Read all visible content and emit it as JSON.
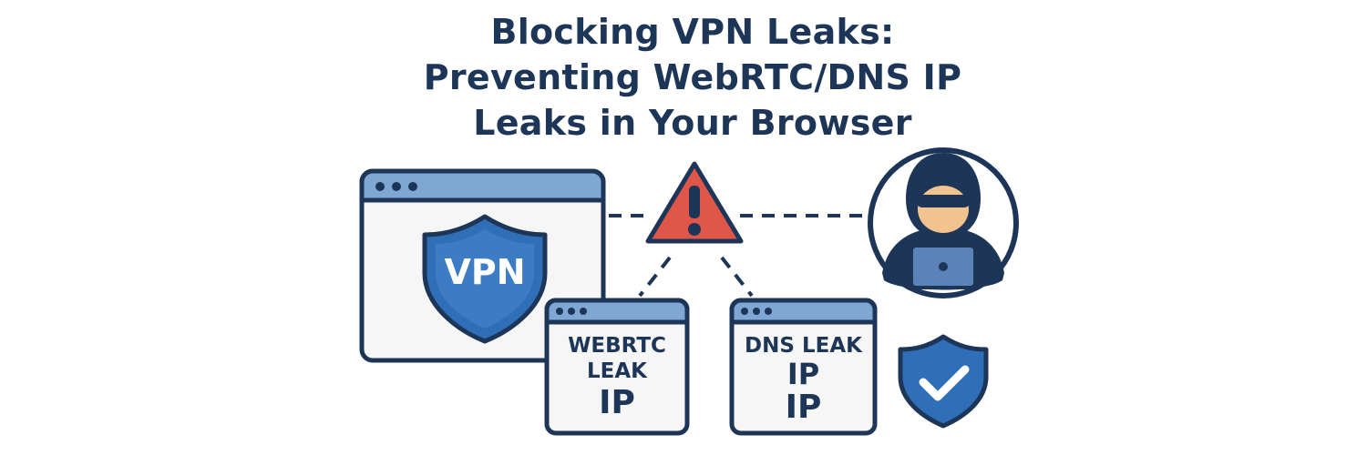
{
  "title": {
    "line1": "Blocking VPN Leaks:",
    "line2": "Preventing WebRTC/DNS IP",
    "line3": "Leaks in Your Browser"
  },
  "vpn_window": {
    "shield_label": "VPN"
  },
  "webrtc_box": {
    "line1": "WEBRTC",
    "line2": "LEAK",
    "line3": "IP"
  },
  "dns_box": {
    "line1": "DNS LEAK",
    "line2": "IP",
    "line3": "IP"
  },
  "icons": {
    "warning": "warning-triangle-icon",
    "hacker": "hacker-icon",
    "protected": "check-shield-icon"
  },
  "colors": {
    "navy": "#1d3557",
    "titlebar_blue": "#7fa7d3",
    "shield_blue": "#2f6fb8",
    "warning_red": "#e0574a",
    "window_bg": "#f6f6f6"
  }
}
